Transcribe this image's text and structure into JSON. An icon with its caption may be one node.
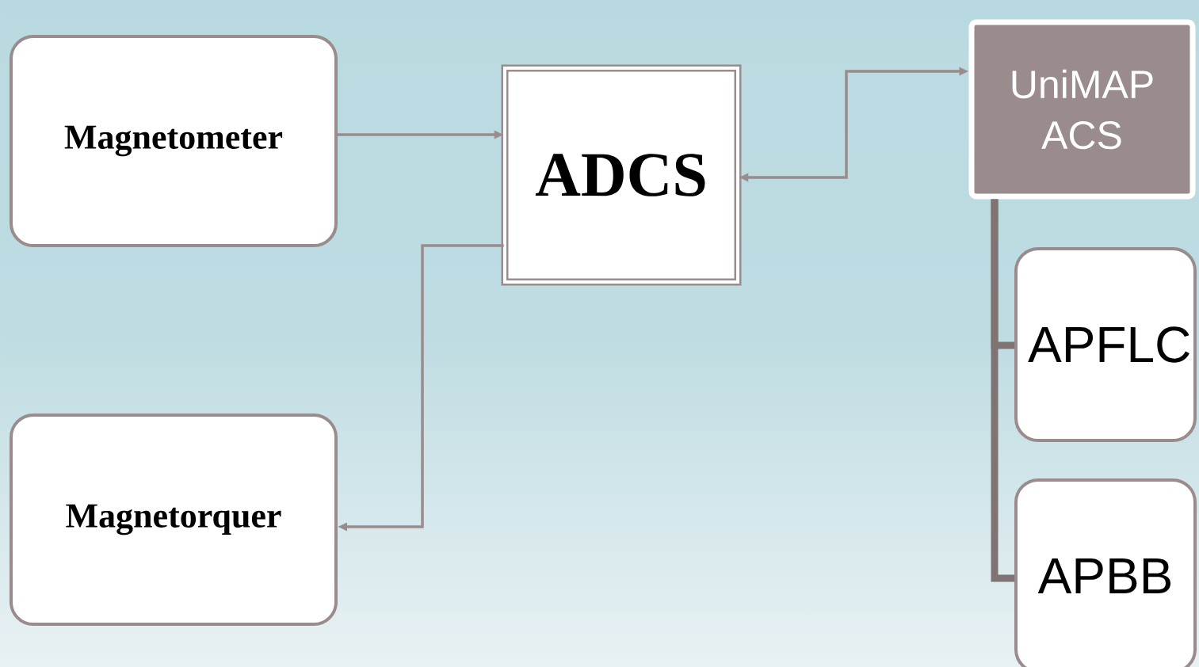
{
  "diagram": {
    "nodes": [
      {
        "text": [
          "Magnetometer"
        ]
      },
      {
        "text": [
          "Magnetorquer"
        ]
      },
      {
        "text": [
          "ADCS"
        ]
      },
      {
        "text": [
          "UniMAP ACS"
        ]
      },
      {
        "text": [
          "APFLC"
        ]
      },
      {
        "text": [
          "APBB"
        ]
      }
    ],
    "edges": [
      {
        "from": 0,
        "to": 2,
        "arrow": "to"
      },
      {
        "from": 2,
        "to": 1,
        "arrow": "to"
      },
      {
        "from": 2,
        "to": 3,
        "arrow": "both"
      },
      {
        "from": 3,
        "to": 4,
        "arrow": "none",
        "style": "thick",
        "color": "#7f7373"
      },
      {
        "from": 3,
        "to": 5,
        "arrow": "none",
        "style": "thick",
        "color": "#7f7373"
      }
    ]
  }
}
